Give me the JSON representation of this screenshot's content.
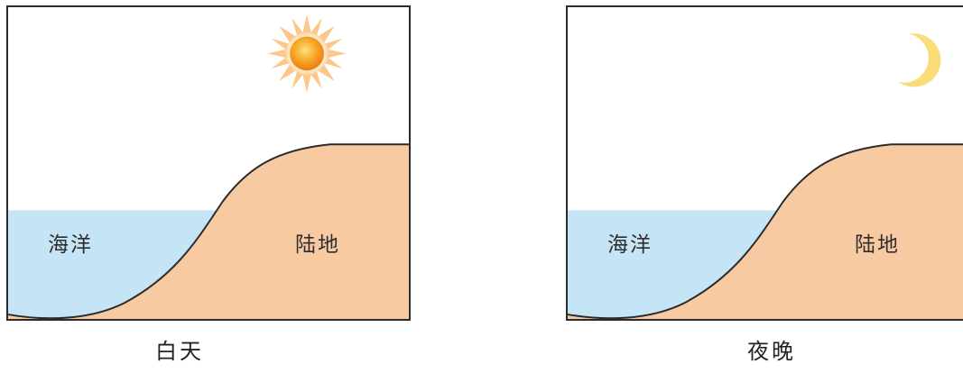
{
  "panels": [
    {
      "id": "day",
      "ocean_label": "海洋",
      "land_label": "陆地",
      "caption": "白天",
      "celestial_icon": "sun-icon"
    },
    {
      "id": "night",
      "ocean_label": "海洋",
      "land_label": "陆地",
      "caption": "夜晚",
      "celestial_icon": "moon-icon"
    }
  ],
  "colors": {
    "ocean": "#c5e4f5",
    "land": "#f8caa2",
    "outline": "#2b2b2b",
    "sun_core": "#f39a1e",
    "sun_rays": "#fbc88a",
    "moon": "#fadd78"
  }
}
